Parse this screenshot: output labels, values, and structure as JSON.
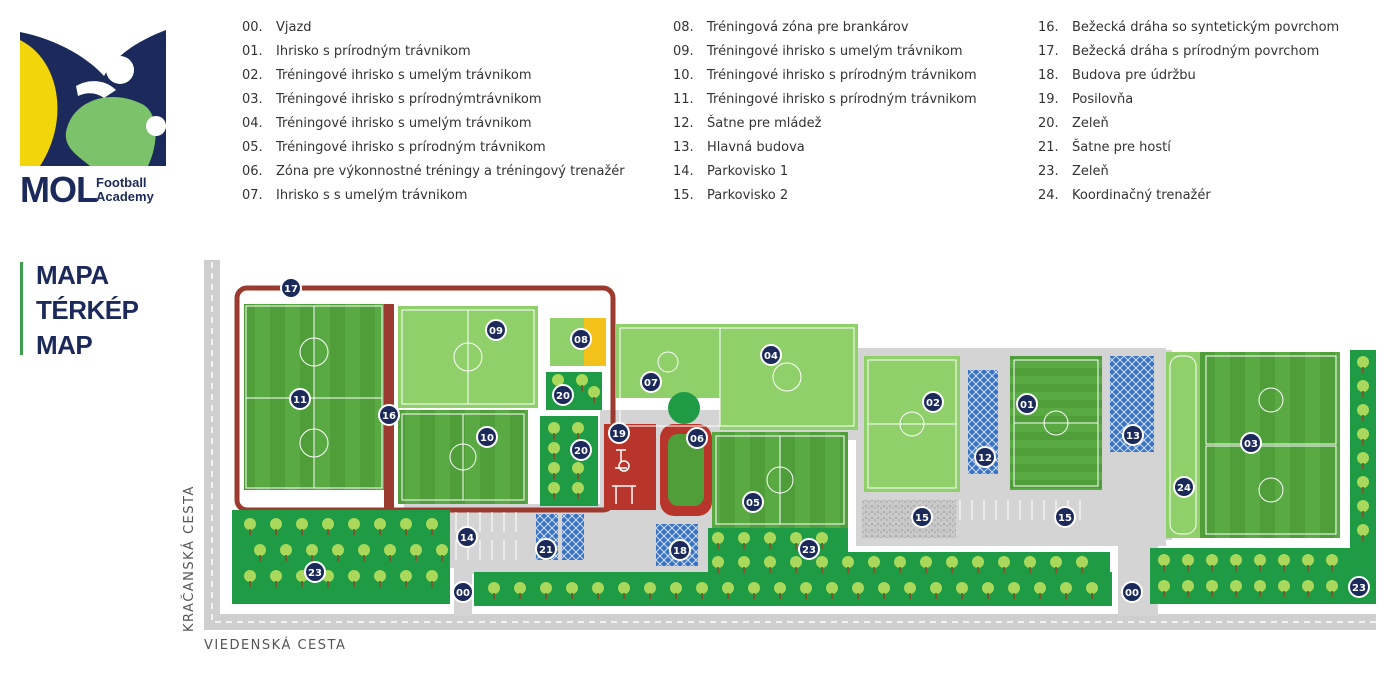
{
  "logo": {
    "mol": "MOL",
    "football": "Football",
    "academy": "Academy"
  },
  "title_lines": [
    "MAPA",
    "TÉRKÉP",
    "MAP"
  ],
  "legend_columns": [
    [
      {
        "num": "00.",
        "label": "Vjazd"
      },
      {
        "num": "01.",
        "label": "Ihrisko s prírodným trávnikom"
      },
      {
        "num": "02.",
        "label": "Tréningové ihrisko s umelým trávnikom"
      },
      {
        "num": "03.",
        "label": "Tréningové ihrisko s prírodnýmtrávnikom"
      },
      {
        "num": "04.",
        "label": "Tréningové ihrisko s umelým trávnikom"
      },
      {
        "num": "05.",
        "label": "Tréningové ihrisko s prírodným trávnikom"
      },
      {
        "num": "06.",
        "label": "Zóna pre výkonnostné tréningy a tréningový trenažér"
      },
      {
        "num": "07.",
        "label": "Ihrisko s s umelým trávnikom"
      }
    ],
    [
      {
        "num": "08.",
        "label": "Tréningová zóna pre brankárov"
      },
      {
        "num": "09.",
        "label": "Tréningové ihrisko s umelým trávnikom"
      },
      {
        "num": "10.",
        "label": "Tréningové ihrisko s prírodným trávnikom"
      },
      {
        "num": "11.",
        "label": "Tréningové ihrisko s prírodným trávnikom"
      },
      {
        "num": "12.",
        "label": "Šatne pre mládež"
      },
      {
        "num": "13.",
        "label": "Hlavná budova"
      },
      {
        "num": "14.",
        "label": "Parkovisko 1"
      },
      {
        "num": "15.",
        "label": "Parkovisko 2"
      }
    ],
    [
      {
        "num": "16.",
        "label": "Bežecká dráha so syntetickým povrchom"
      },
      {
        "num": "17.",
        "label": "Bežecká dráha s prírodným povrchom"
      },
      {
        "num": "18.",
        "label": "Budova pre údržbu"
      },
      {
        "num": "19.",
        "label": "Posilovňa"
      },
      {
        "num": "20.",
        "label": "Zeleň"
      },
      {
        "num": "21.",
        "label": "Šatne pre hostí"
      },
      {
        "num": "23.",
        "label": "Zeleň"
      },
      {
        "num": "24.",
        "label": "Koordinačný trenažér"
      }
    ]
  ],
  "markers": [
    "17",
    "09",
    "08",
    "07",
    "04",
    "20",
    "20",
    "19",
    "06",
    "11",
    "16",
    "10",
    "02",
    "01",
    "12",
    "13",
    "03",
    "24",
    "05",
    "15",
    "15",
    "14",
    "21",
    "18",
    "23",
    "23",
    "23",
    "00",
    "00"
  ],
  "roads": {
    "left": "KRAČANSKÁ CESTA",
    "bottom": "VIEDENSKÁ CESTA"
  },
  "colors": {
    "navy": "#1b2a5a",
    "grass_dark": "#4f9e3a",
    "grass_light": "#8fd06a",
    "track": "#9b3a2e",
    "tree_bg": "#1f9a45",
    "road": "#cfcfcf",
    "blue": "#3b73c4",
    "yellow": "#f2c21b"
  }
}
